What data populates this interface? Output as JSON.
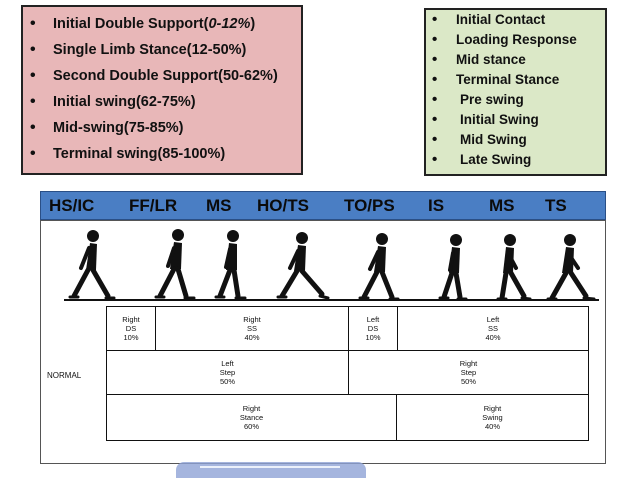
{
  "left_box": {
    "items": [
      {
        "text": "Initial Double Support(",
        "italic": "0-12%",
        "tail": ")"
      },
      {
        "text": "Single Limb Stance(12-50%)"
      },
      {
        "text": "Second Double Support(50-62%)"
      },
      {
        "text": "Initial swing(62-75%)"
      },
      {
        "text": "Mid-swing(75-85%)"
      },
      {
        "text": "Terminal swing(85-100%)"
      }
    ],
    "bullet": "•"
  },
  "right_box": {
    "items": [
      "Initial Contact",
      "Loading Response",
      "Mid stance",
      "Terminal Stance",
      "Pre swing",
      "Initial Swing",
      "Mid Swing",
      "Late Swing"
    ],
    "bullet": "•"
  },
  "phase_bar": {
    "labels": [
      "HS/IC",
      "FF/LR",
      "MS",
      "HO/TS",
      "TO/PS",
      "IS",
      "MS",
      "TS"
    ]
  },
  "cycle_table": {
    "normal_label": "NORMAL",
    "row1": [
      "Right\nDS\n10%",
      "Right\nSS\n40%",
      "Left\nDS\n10%",
      "Left\nSS\n40%"
    ],
    "row2": [
      "Left\nStep\n50%",
      "Right\nStep\n50%"
    ],
    "row3": [
      "Right\nStance\n60%",
      "Right\nSwing\n40%"
    ]
  },
  "colors": {
    "left_box_bg": "#e8b7b8",
    "right_box_bg": "#dbe8c7",
    "phase_bar_bg": "#4a7ec4"
  }
}
